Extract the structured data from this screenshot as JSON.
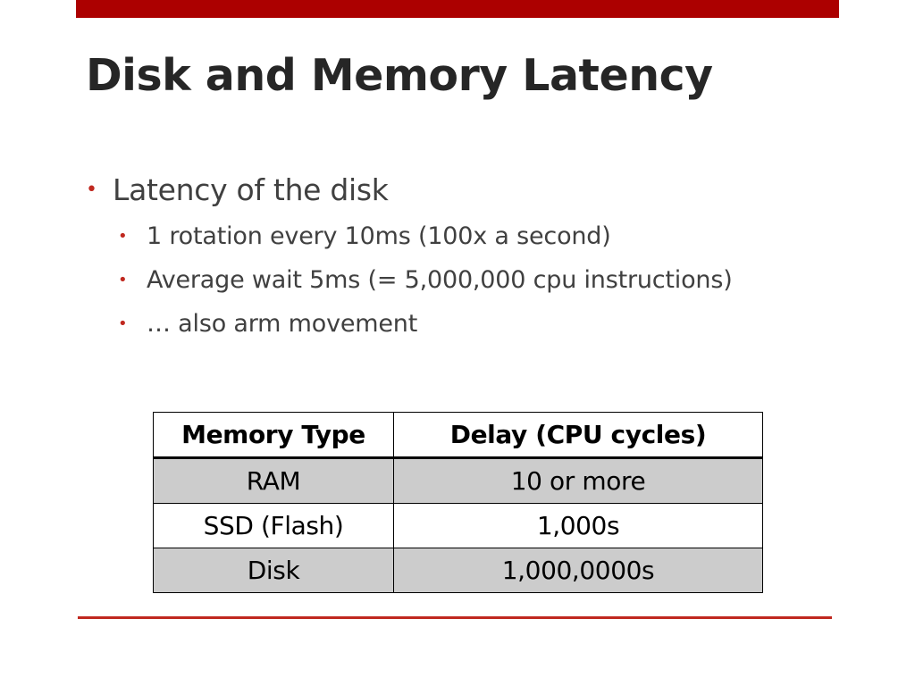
{
  "slide": {
    "title": "Disk and Memory Latency",
    "bullets": [
      {
        "text": "Latency of the disk",
        "sub": [
          "1 rotation every 10ms (100x a second)",
          "Average wait 5ms (= 5,000,000 cpu instructions)",
          "… also arm movement"
        ]
      }
    ]
  },
  "table": {
    "headers": [
      "Memory Type",
      "Delay (CPU cycles)"
    ],
    "rows": [
      [
        "RAM",
        "10 or more"
      ],
      [
        "SSD (Flash)",
        "1,000s"
      ],
      [
        "Disk",
        "1,000,0000s"
      ]
    ]
  },
  "colors": {
    "accent": "#ac0000",
    "bullet": "#c0281f",
    "row_shade": "#cccccc"
  }
}
